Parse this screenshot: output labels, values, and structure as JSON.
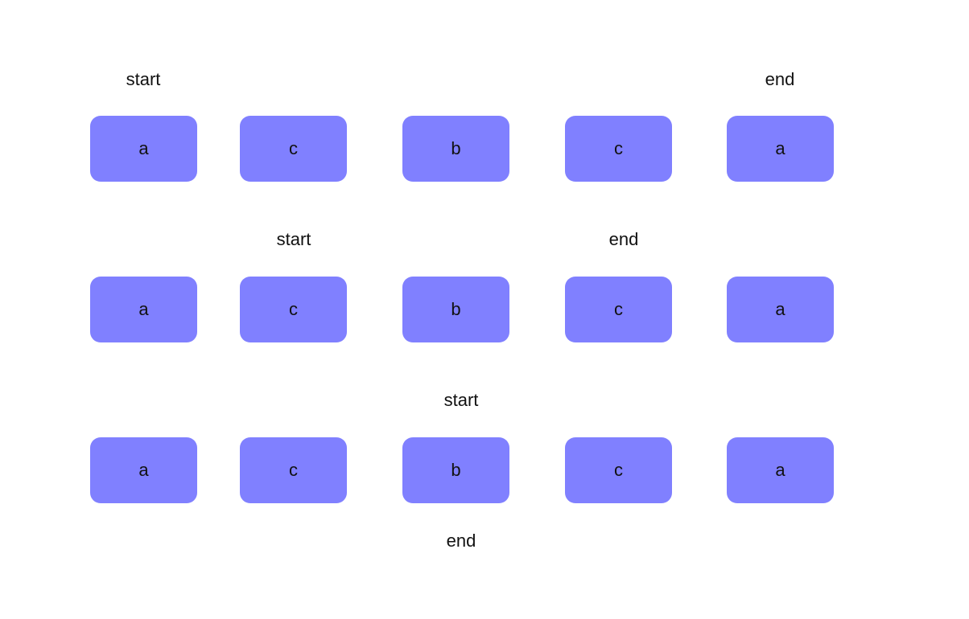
{
  "colors": {
    "box_fill": "#8080ff",
    "text": "#111111",
    "background": "#ffffff"
  },
  "rows": [
    {
      "start_label": "start",
      "end_label": "end",
      "boxes": [
        "a",
        "c",
        "b",
        "c",
        "a"
      ]
    },
    {
      "start_label": "start",
      "end_label": "end",
      "boxes": [
        "a",
        "c",
        "b",
        "c",
        "a"
      ]
    },
    {
      "start_label": "start",
      "end_label": "end",
      "boxes": [
        "a",
        "c",
        "b",
        "c",
        "a"
      ]
    }
  ]
}
